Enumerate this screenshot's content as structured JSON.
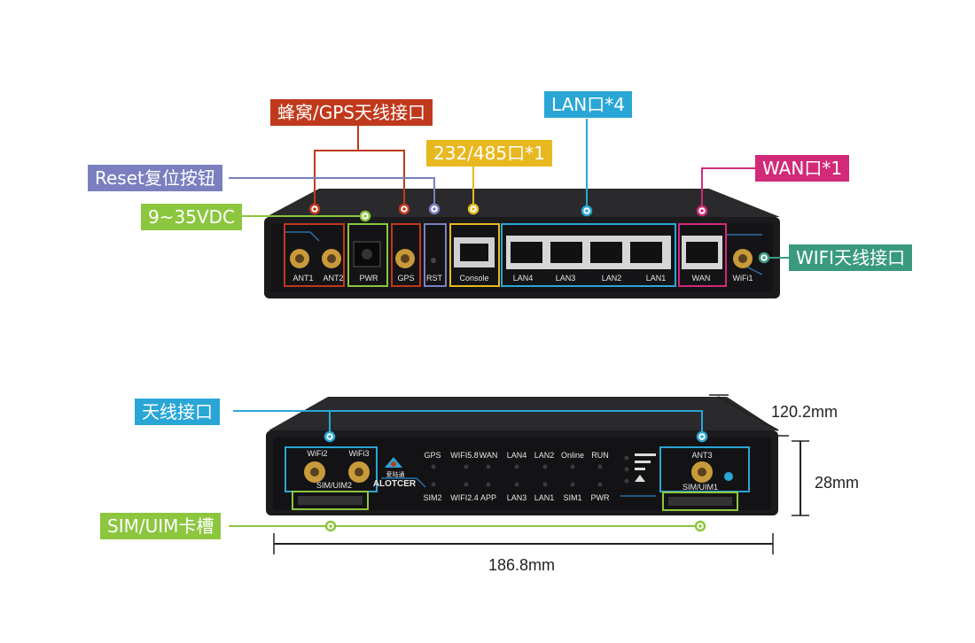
{
  "callouts": {
    "cellular_gps": {
      "text": "蜂窝/GPS天线接口",
      "color": "#c0391c"
    },
    "lan": {
      "text": "LAN口*4",
      "color": "#2aa6d6"
    },
    "rs232": {
      "text": "232/485口*1",
      "color": "#e8b820"
    },
    "reset": {
      "text": "Reset复位按钮",
      "color": "#7b7fc0"
    },
    "wan": {
      "text": "WAN口*1",
      "color": "#d02a78"
    },
    "power": {
      "text": "9~35VDC",
      "color": "#8cc63f"
    },
    "wifi_ant": {
      "text": "WIFI天线接口",
      "color": "#3a9a7e"
    },
    "antenna": {
      "text": "天线接口",
      "color": "#2aa6d6"
    },
    "sim": {
      "text": "SIM/UIM卡槽",
      "color": "#8cc63f"
    }
  },
  "dimensions": {
    "depth": "120.2mm",
    "height": "28mm",
    "width": "186.8mm"
  },
  "rear_panel": {
    "labels": [
      "ANT1",
      "ANT2",
      "PWR",
      "GPS",
      "RST",
      "Console",
      "LAN4",
      "LAN3",
      "LAN2",
      "LAN1",
      "WAN",
      "WiFi1"
    ]
  },
  "front_panel": {
    "left_labels": [
      "WiFi2",
      "WiFi3",
      "SIM/UIM2"
    ],
    "right_labels": [
      "ANT3",
      "SIM/UIM1"
    ],
    "brand": "ALOTCER",
    "brand_sub": "爱陆通",
    "leds_top": [
      "GPS",
      "WIFI5.8",
      "WAN",
      "LAN4",
      "LAN2",
      "Online",
      "RUN"
    ],
    "leds_bottom": [
      "SIM2",
      "WIFI2.4",
      "APP",
      "LAN3",
      "LAN1",
      "SIM1",
      "PWR"
    ]
  }
}
